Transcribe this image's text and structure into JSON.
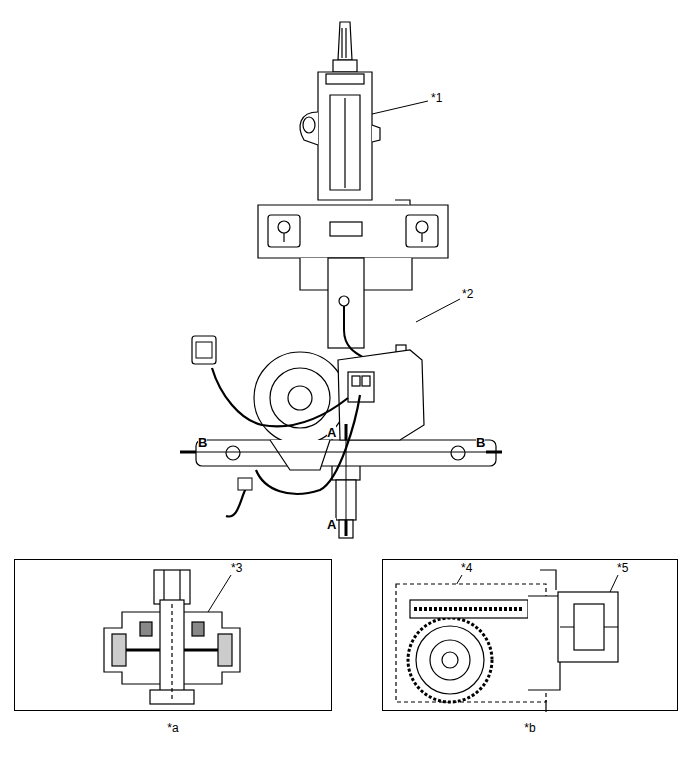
{
  "diagram": {
    "nodes": [
      {
        "text": [
          "*a"
        ]
      },
      {
        "text": [
          "*b"
        ]
      }
    ],
    "labels": [
      "*1",
      "*2",
      "A",
      "A",
      "B",
      "B",
      "*3",
      "*4",
      "*5"
    ]
  }
}
